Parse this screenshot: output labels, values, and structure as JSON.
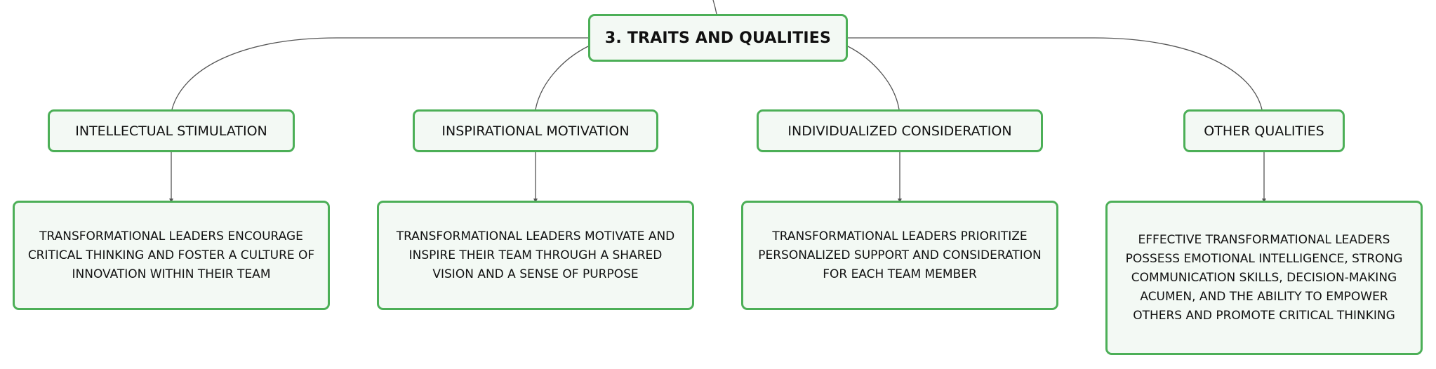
{
  "diagram": {
    "root": {
      "label": "3. TRAITS AND QUALITIES"
    },
    "branches": [
      {
        "label": "INTELLECTUAL STIMULATION",
        "detail": "TRANSFORMATIONAL LEADERS ENCOURAGE CRITICAL THINKING AND FOSTER A CULTURE OF INNOVATION WITHIN THEIR TEAM"
      },
      {
        "label": "INSPIRATIONAL MOTIVATION",
        "detail": "TRANSFORMATIONAL LEADERS MOTIVATE AND INSPIRE THEIR TEAM THROUGH A SHARED VISION AND A SENSE OF PURPOSE"
      },
      {
        "label": "INDIVIDUALIZED CONSIDERATION",
        "detail": "TRANSFORMATIONAL LEADERS PRIORITIZE PERSONALIZED SUPPORT AND CONSIDERATION FOR EACH TEAM MEMBER"
      },
      {
        "label": "OTHER QUALITIES",
        "detail": "EFFECTIVE TRANSFORMATIONAL LEADERS POSSESS EMOTIONAL INTELLIGENCE, STRONG COMMUNICATION SKILLS, DECISION-MAKING ACUMEN, AND THE ABILITY TO EMPOWER OTHERS AND PROMOTE CRITICAL THINKING"
      }
    ],
    "colors": {
      "node_border": "#4caf57",
      "node_fill": "#f3f9f4",
      "connector": "#555555",
      "text": "#111111"
    }
  }
}
